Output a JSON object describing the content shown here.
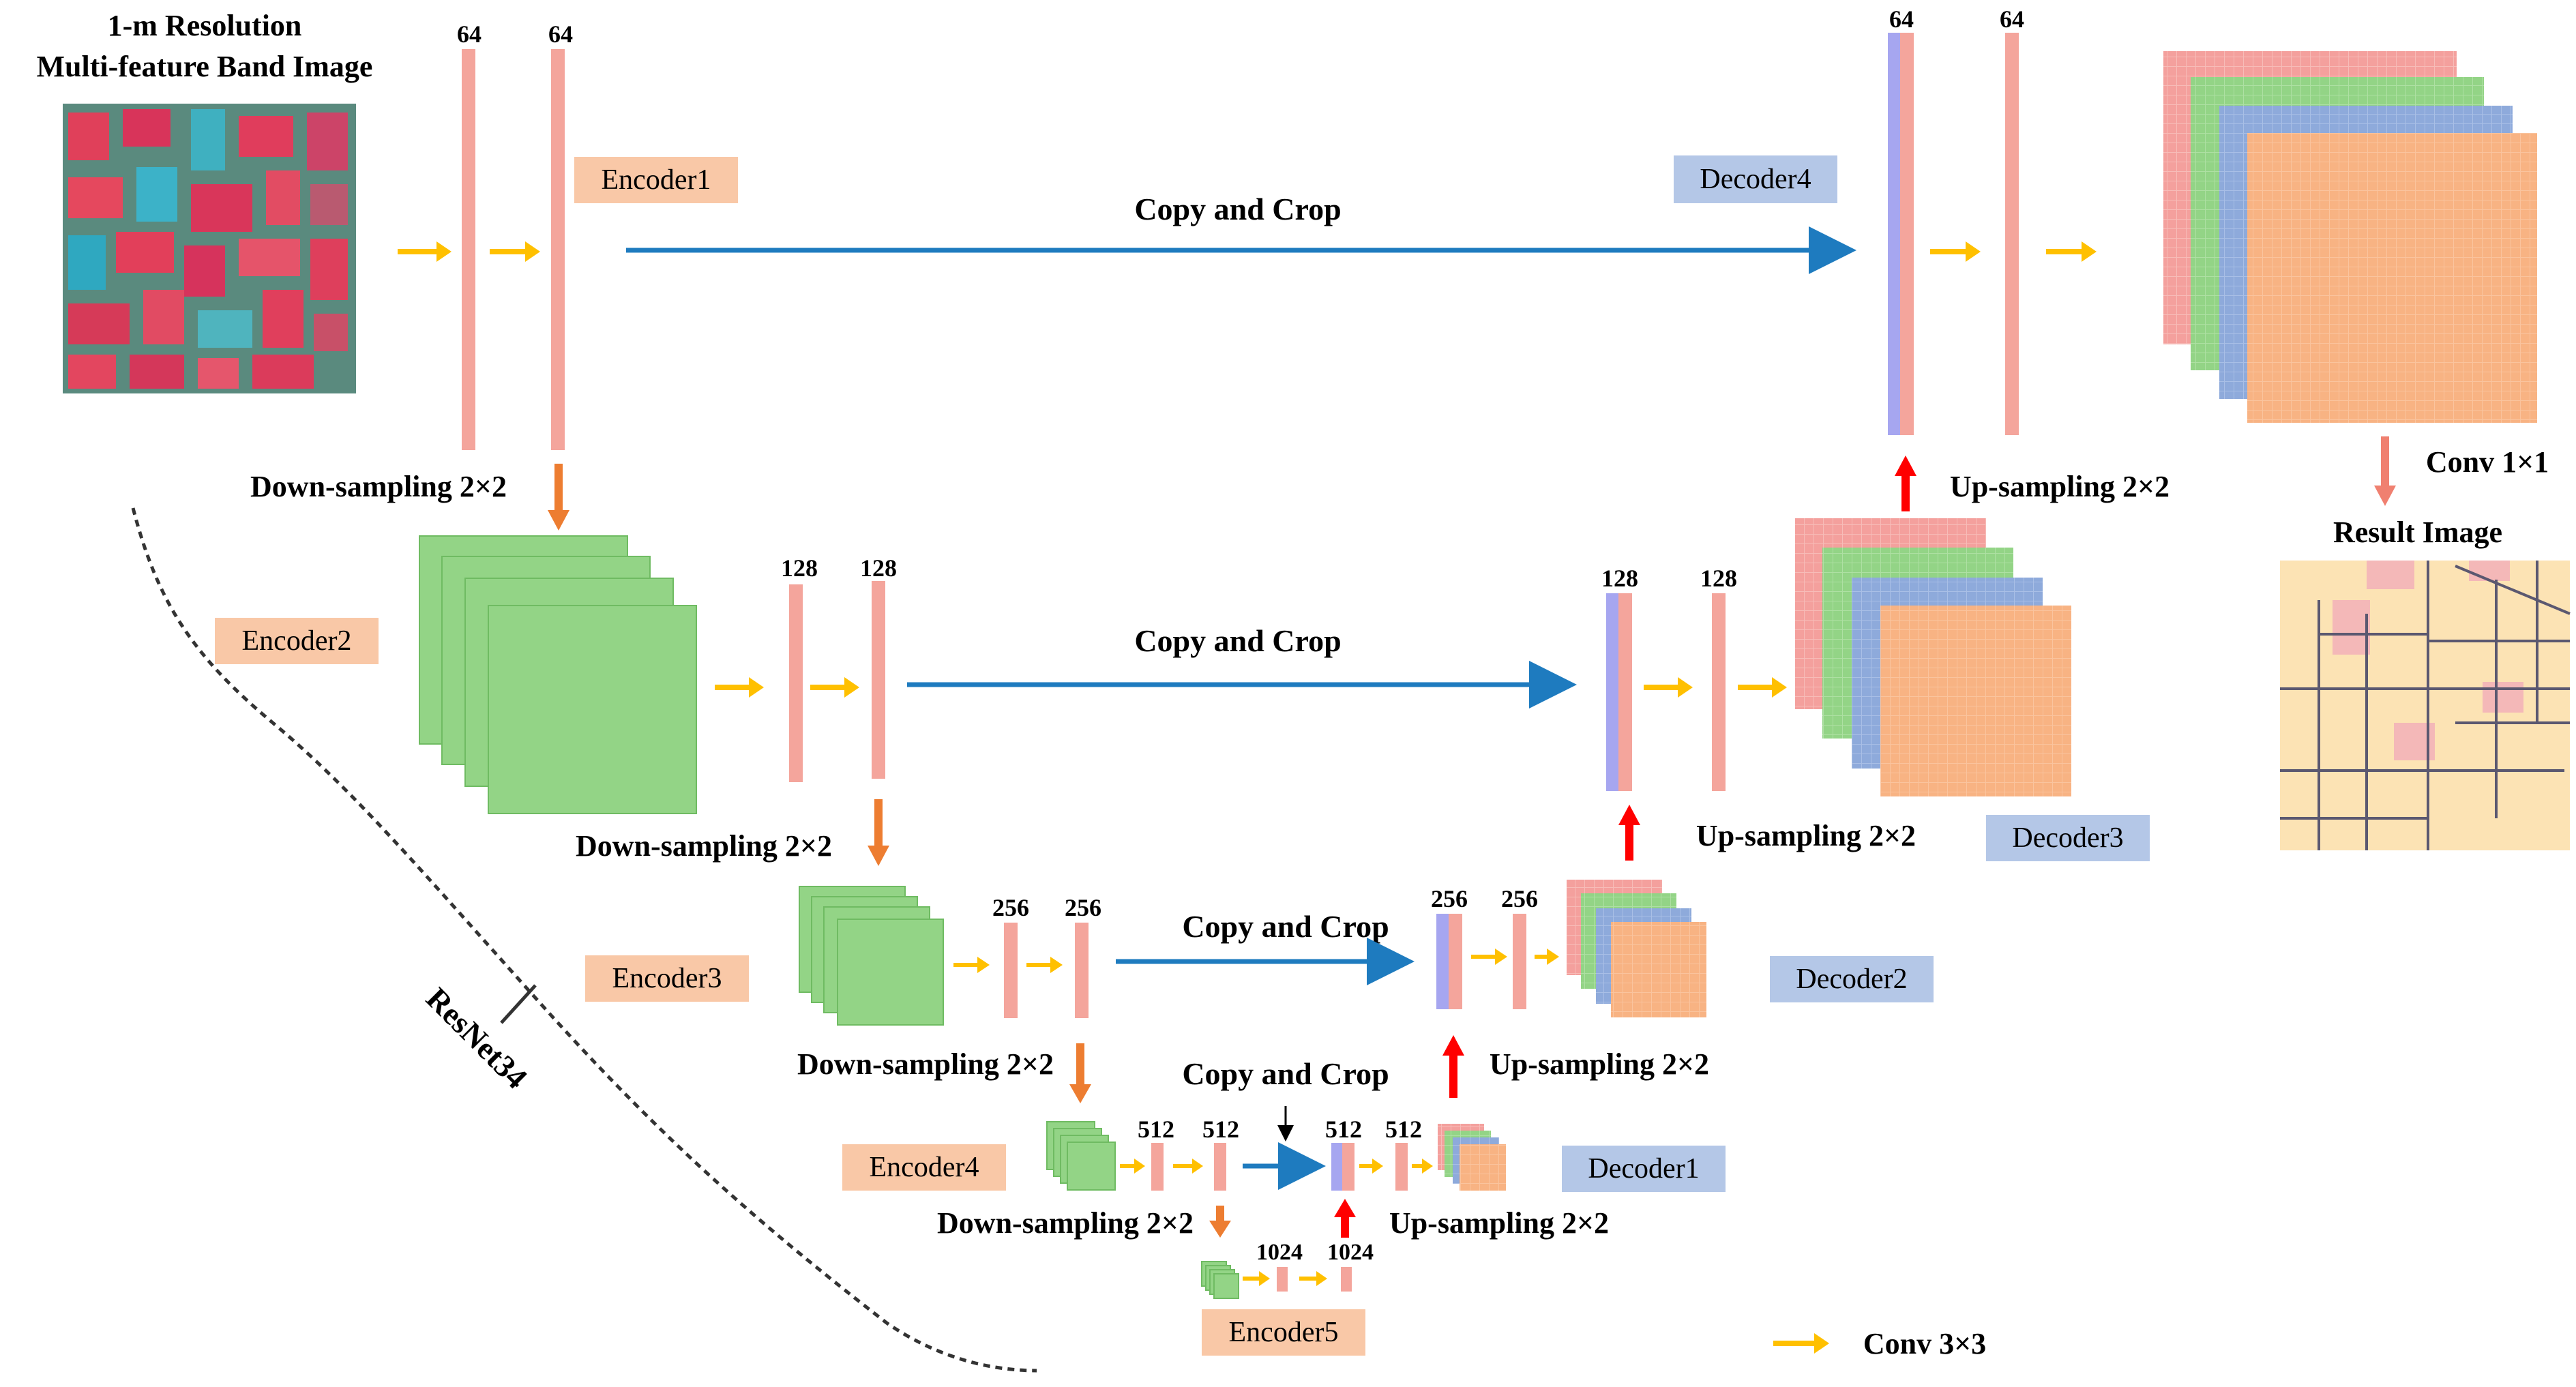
{
  "input": {
    "title_line1": "1-m Resolution",
    "title_line2": "Multi-feature Band Image"
  },
  "result": {
    "title": "Result Image"
  },
  "labels": {
    "encoder1": "Encoder1",
    "encoder2": "Encoder2",
    "encoder3": "Encoder3",
    "encoder4": "Encoder4",
    "encoder5": "Encoder5",
    "decoder1": "Decoder1",
    "decoder2": "Decoder2",
    "decoder3": "Decoder3",
    "decoder4": "Decoder4"
  },
  "channels": {
    "e1a": "64",
    "e1b": "64",
    "d4a": "64",
    "d4b": "64",
    "e2a": "128",
    "e2b": "128",
    "d3a": "128",
    "d3b": "128",
    "e3a": "256",
    "e3b": "256",
    "d2a": "256",
    "d2b": "256",
    "e4a": "512",
    "e4b": "512",
    "d1a": "512",
    "d1b": "512",
    "e5a": "1024",
    "e5b": "1024"
  },
  "ops": {
    "copy_crop": "Copy and Crop",
    "down": "Down-sampling 2×2",
    "up": "Up-sampling 2×2",
    "conv1": "Conv 1×1",
    "conv3": "Conv 3×3",
    "backbone": "ResNet34"
  },
  "colors": {
    "feature_bar": "#f4a59c",
    "concat_bar": "#a6a6f0",
    "encoder_label_bg": "#f9c8a7",
    "decoder_label_bg": "#b4c7e7",
    "green_map": "#93d486",
    "orange_map": "#f8b383",
    "blue_map": "#8eaadb",
    "red_map": "#f4a09d",
    "copy_arrow": "#1e7bbf",
    "conv3_arrow": "#ffc000",
    "down_arrow": "#ed7d31",
    "up_arrow": "#ff0000"
  }
}
